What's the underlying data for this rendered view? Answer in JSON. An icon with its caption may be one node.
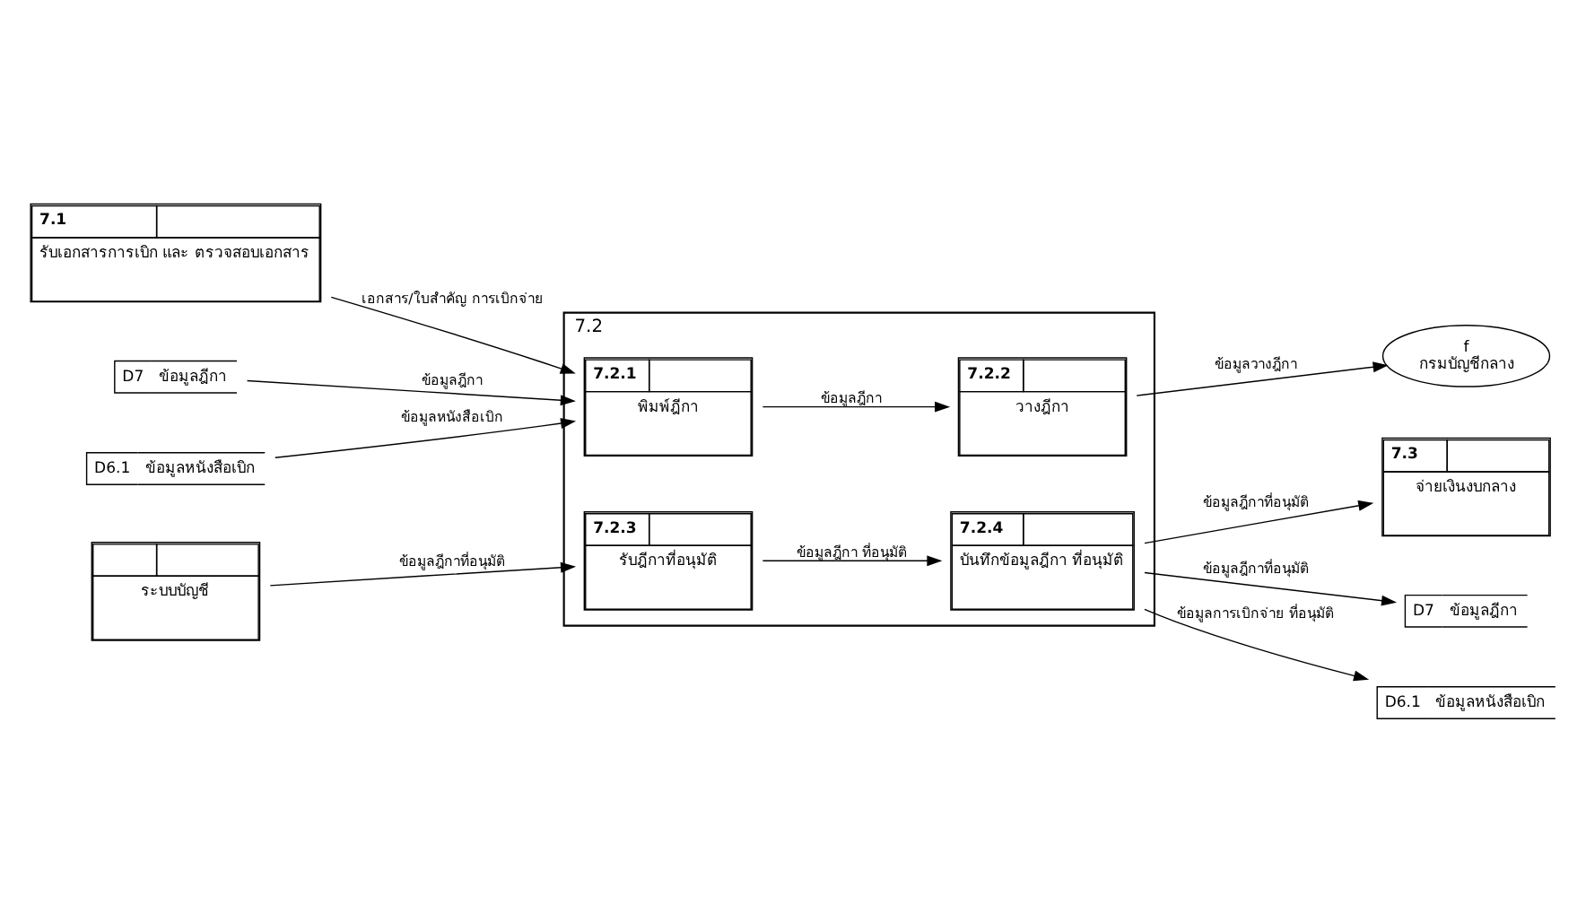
{
  "diagram": {
    "nodes": [
      {
        "text": [
          "7.1",
          "รับเอกสารการเบิก และ ตรวจสอบเอกสาร"
        ]
      },
      {
        "text": [
          "7.2"
        ]
      },
      {
        "text": [
          "7.2.1",
          "พิมพ์ฎีกา"
        ],
        "in": 1
      },
      {
        "text": [
          "7.2.4",
          "บันทึกข้อมูลฎีกา ที่อนุมัติ"
        ],
        "in": 1
      },
      {
        "text": [
          "7.2.2",
          "วางฎีกา"
        ],
        "in": 1
      },
      {
        "text": [
          "7.2.3",
          "รับฎีกาที่อนุมัติ"
        ],
        "in": 1
      },
      {
        "text": [
          "7.3",
          "จ่ายเงินงบกลาง"
        ]
      },
      {
        "text": [
          "D7",
          "ข้อมูลฎีกา"
        ]
      },
      {
        "text": [
          "D6.1",
          "ข้อมูลหนังสือเบิก"
        ]
      },
      {
        "text": [
          "f",
          "กรมบัญชีกลาง"
        ]
      },
      {
        "text": [
          "ระบบบัญชี"
        ]
      },
      {
        "text": [
          "D7",
          "ข้อมูลฎีกา"
        ]
      },
      {
        "text": [
          "D6.1",
          "ข้อมูลหนังสือเบิก"
        ]
      }
    ],
    "edges": [
      {
        "from": 0,
        "to": 2,
        "arrow": "to",
        "label": "เอกสาร/ใบสำคัญ การเบิกจ่าย"
      },
      {
        "from": 7,
        "to": 2,
        "arrow": "to",
        "label": "ข้อมูลฎีกา"
      },
      {
        "from": 8,
        "to": 2,
        "arrow": "to",
        "label": "ข้อมูลหนังสือเบิก"
      },
      {
        "from": 2,
        "to": 4,
        "arrow": "to",
        "label": "ข้อมูลฎีกา"
      },
      {
        "from": 5,
        "to": 3,
        "arrow": "to",
        "label": "ข้อมูลฎีกา ที่อนุมัติ"
      },
      {
        "from": 3,
        "to": 6,
        "arrow": "to",
        "label": "ข้อมูลฎีกาที่อนุมัติ"
      },
      {
        "from": 3,
        "to": 11,
        "arrow": "to",
        "label": "ข้อมูลฎีกาที่อนุมัติ"
      },
      {
        "from": 3,
        "to": 12,
        "arrow": "to",
        "label": "ข้อมูลการเบิกจ่าย ที่อนุมัติ"
      },
      {
        "from": 4,
        "to": 9,
        "arrow": "to",
        "label": "ข้อมูลวางฎีกา"
      },
      {
        "from": 10,
        "to": 5,
        "arrow": "to",
        "label": "ข้อมูลฎีกาที่อนุมัติ"
      }
    ]
  }
}
